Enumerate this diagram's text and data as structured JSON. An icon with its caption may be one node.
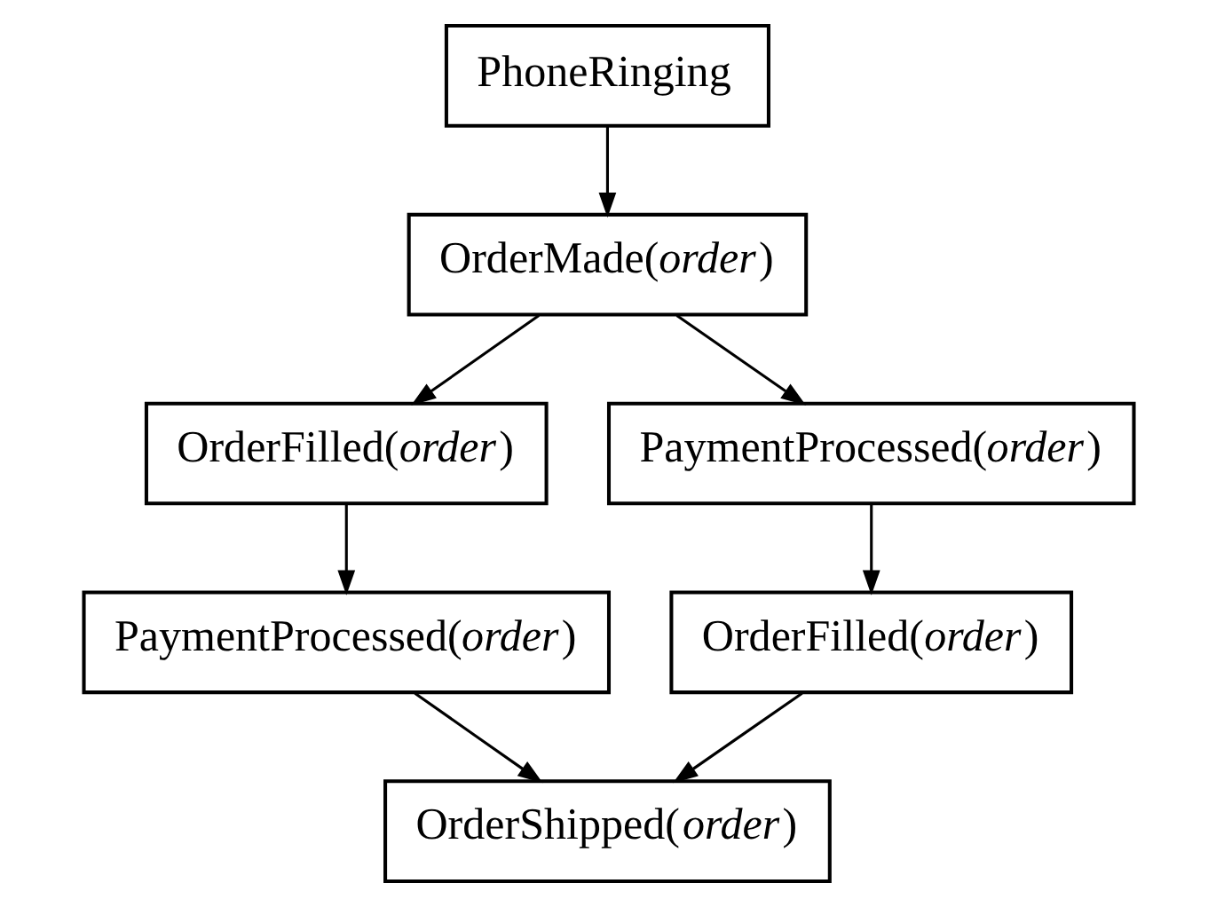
{
  "diagram": {
    "nodes": [
      {
        "text": [
          "PhoneRinging"
        ]
      },
      {
        "text": [
          "OrderMade(*order*)"
        ]
      },
      {
        "text": [
          "OrderFilled(*order*)"
        ]
      },
      {
        "text": [
          "PaymentProcessed(*order*)"
        ]
      },
      {
        "text": [
          "PaymentProcessed(*order*)"
        ]
      },
      {
        "text": [
          "OrderFilled(*order*)"
        ]
      },
      {
        "text": [
          "OrderShipped(*order*)"
        ]
      }
    ],
    "edges": [
      {
        "from": 0,
        "to": 1,
        "arrow": "to"
      },
      {
        "from": 1,
        "to": 2,
        "arrow": "to"
      },
      {
        "from": 1,
        "to": 3,
        "arrow": "to"
      },
      {
        "from": 2,
        "to": 4,
        "arrow": "to"
      },
      {
        "from": 3,
        "to": 5,
        "arrow": "to"
      },
      {
        "from": 4,
        "to": 6,
        "arrow": "to"
      },
      {
        "from": 5,
        "to": 6,
        "arrow": "to"
      }
    ]
  }
}
